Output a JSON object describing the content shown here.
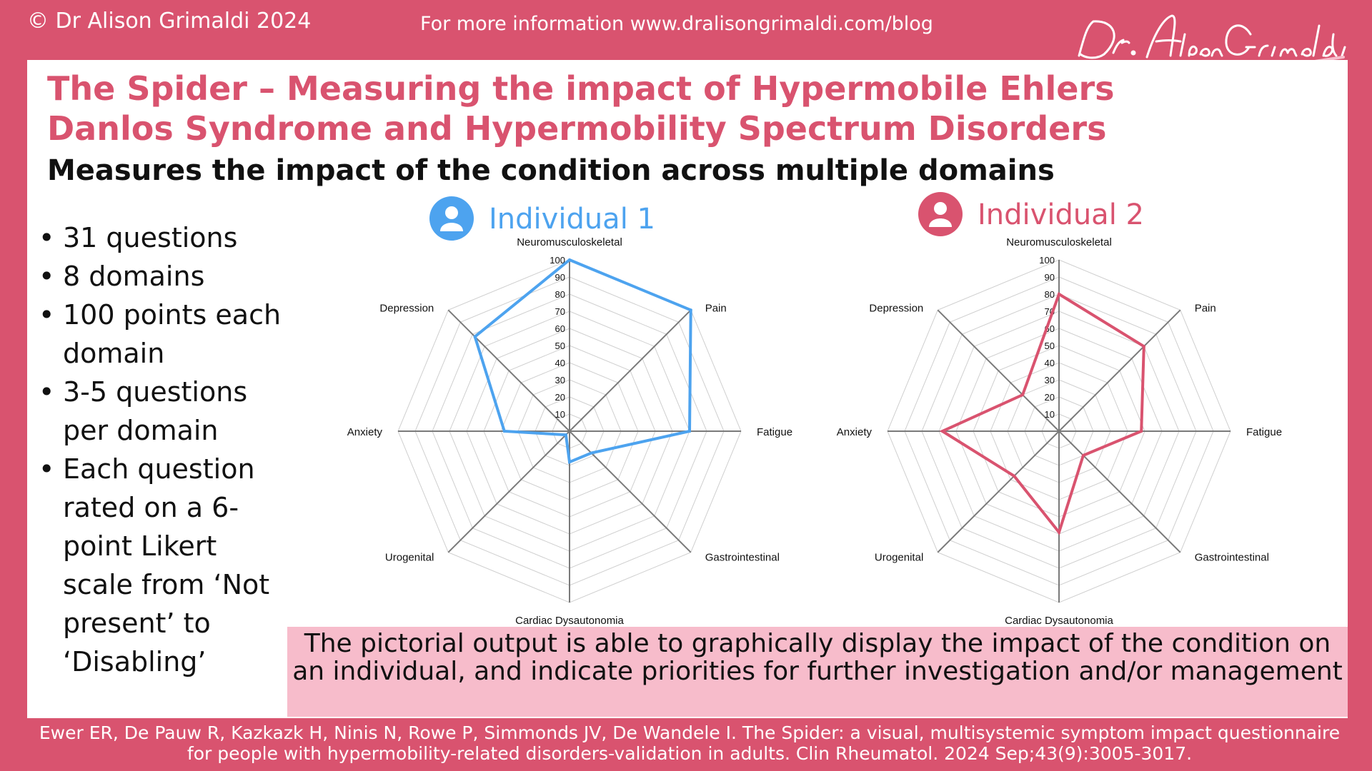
{
  "header": {
    "copyright": "© Dr Alison Grimaldi 2024",
    "info": "For more information www.dralisongrimaldi.com/blog"
  },
  "title_line1": "The Spider – Measuring the impact of Hypermobile Ehlers",
  "title_line2": "Danlos Syndrome and Hypermobility Spectrum Disorders",
  "subtitle": "Measures the impact of the condition across multiple domains",
  "bullets": [
    "31 questions",
    "8 domains",
    "100 points each domain",
    "3-5 questions per domain",
    "Each question rated on a 6-point Likert scale from ‘Not present’ to ‘Disabling’"
  ],
  "callout": "The pictorial output is able to graphically display the impact of the condition on an individual, and indicate priorities for further investigation and/or management",
  "reference": "Ewer ER, De Pauw R, Kazkazk H, Ninis N, Rowe P, Simmonds JV, De Wandele I. The Spider: a visual, multisystemic symptom impact questionnaire for people with hypermobility-related disorders-validation in adults. Clin Rheumatol. 2024 Sep;43(9):3005-3017.",
  "colors": {
    "brand": "#d9536f",
    "individual1": "#4da3ef",
    "individual2": "#d9536f",
    "callout_bg": "#f7bccb"
  },
  "chart_data": [
    {
      "type": "radar",
      "title": "Individual 1",
      "axes": [
        "Neuromusculoskeletal",
        "Pain",
        "Fatigue",
        "Gastrointestinal",
        "Cardiac Dysautonomia",
        "Urogenital",
        "Anxiety",
        "Depression"
      ],
      "tick_labels": [
        "10",
        "20",
        "30",
        "40",
        "50",
        "60",
        "70",
        "80",
        "90",
        "100"
      ],
      "range": [
        0,
        100
      ],
      "values": [
        100,
        100,
        70,
        18,
        18,
        3,
        38,
        78
      ],
      "color": "#4da3ef",
      "icon": "user-circle-icon"
    },
    {
      "type": "radar",
      "title": "Individual 2",
      "axes": [
        "Neuromusculoskeletal",
        "Pain",
        "Fatigue",
        "Gastrointestinal",
        "Cardiac Dysautonomia",
        "Urogenital",
        "Anxiety",
        "Depression"
      ],
      "tick_labels": [
        "10",
        "20",
        "30",
        "40",
        "50",
        "60",
        "70",
        "80",
        "90",
        "100"
      ],
      "range": [
        0,
        100
      ],
      "values": [
        80,
        70,
        48,
        20,
        59,
        37,
        68,
        30
      ],
      "color": "#d9536f",
      "icon": "user-circle-icon"
    }
  ]
}
